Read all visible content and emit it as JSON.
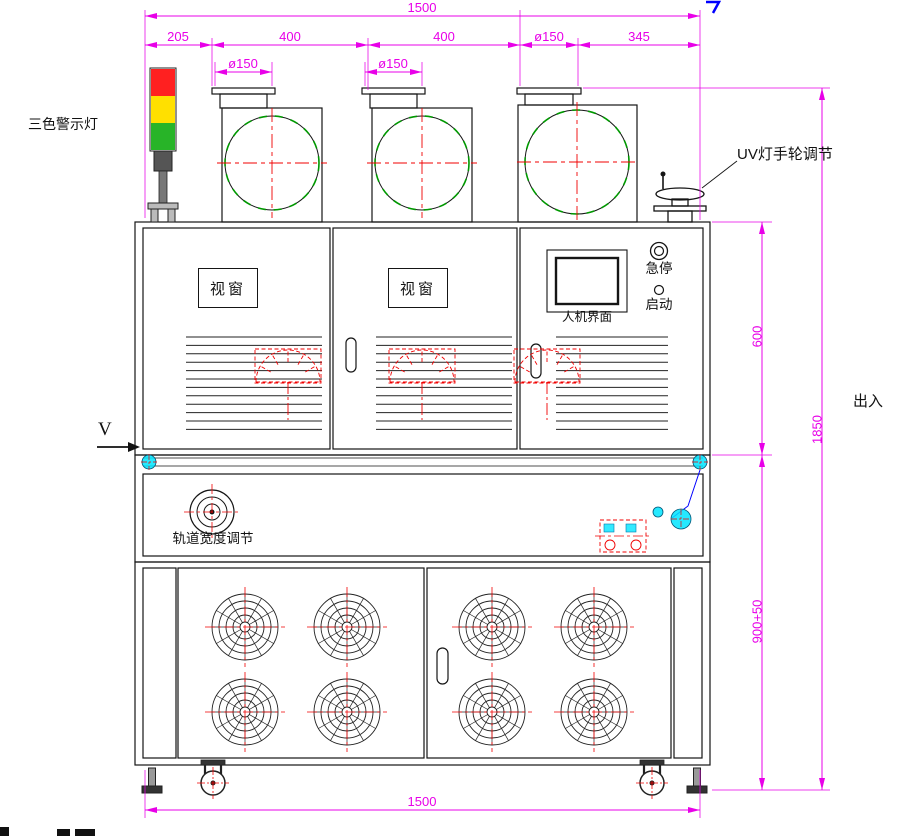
{
  "drawing": {
    "dims": {
      "top_total": "1500",
      "row2": [
        "205",
        "400",
        "400",
        "ø150",
        "345"
      ],
      "flange1": "ø150",
      "flange2": "ø150",
      "upper_height": "600",
      "total_height": "1850",
      "lower_height": "900+50",
      "bottom_total": "1500"
    },
    "labels": {
      "tricolor_light": "三色警示灯",
      "uv_handwheel": "UV灯手轮调节",
      "viewport": "视窗",
      "hmi": "人机界面",
      "emergency_stop": "急停",
      "start": "启动",
      "track_width": "轨道宽度调节",
      "in_out": "出入",
      "section_mark": "V"
    },
    "colors": {
      "dimension": "#e800e8",
      "outline": "#151515",
      "centerline_red": "#ff0000",
      "circle_green": "#009900",
      "roller_cyan": "#00e5ff",
      "light_red": "#ff2020",
      "light_yellow": "#ffe000",
      "light_green": "#28b428",
      "belt_blue": "#0000ff"
    }
  }
}
